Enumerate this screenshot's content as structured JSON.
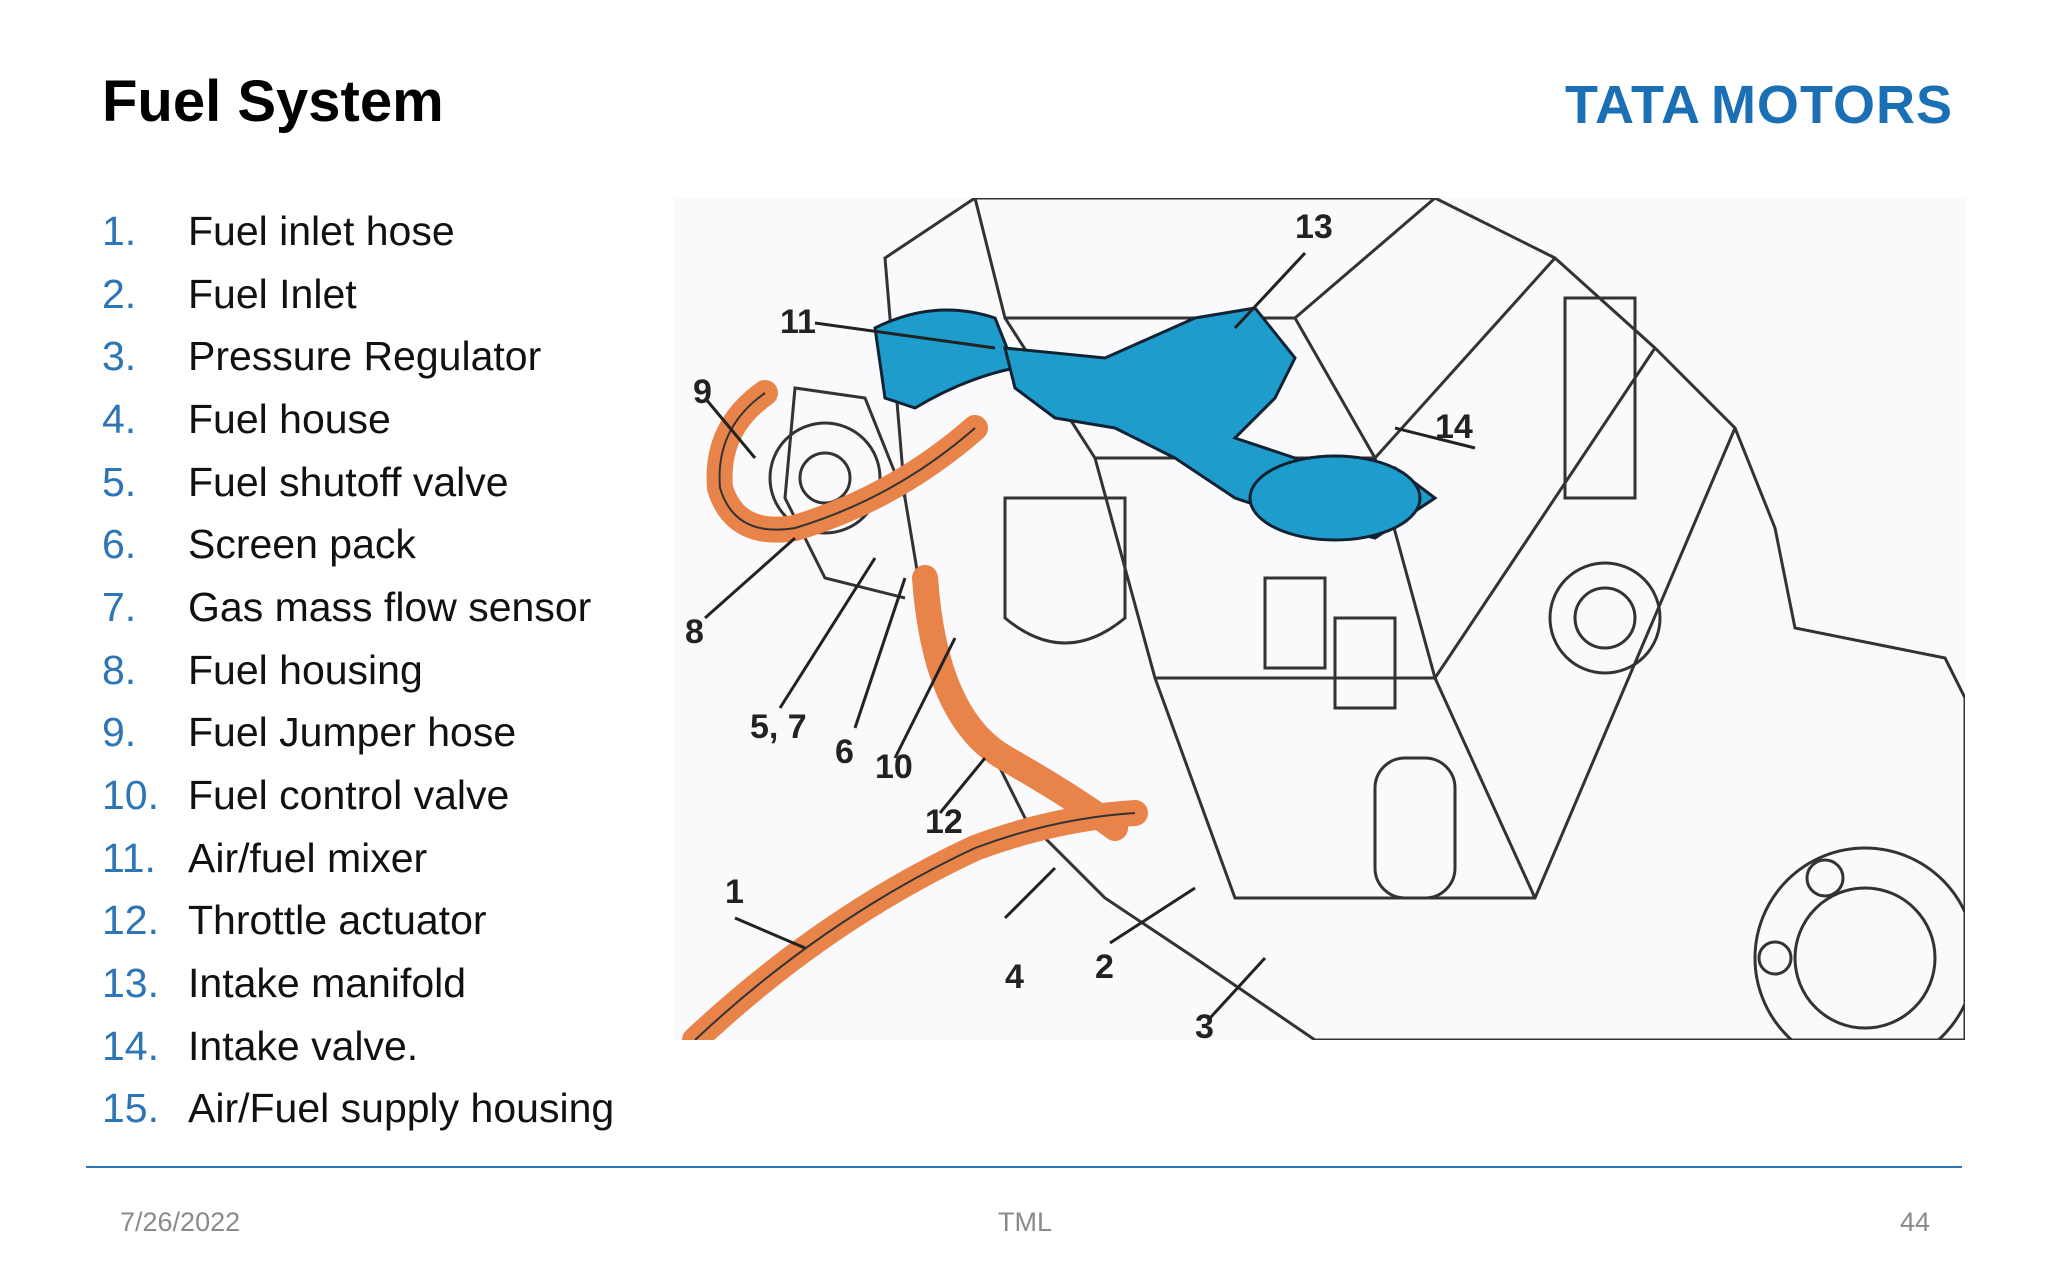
{
  "slide": {
    "title": "Fuel System",
    "logo": {
      "word1": "TATA",
      "word2": "MOTORS",
      "color": "#1a6fb5"
    }
  },
  "list": [
    {
      "num": "1.",
      "label": "Fuel inlet hose"
    },
    {
      "num": "2.",
      "label": "Fuel Inlet"
    },
    {
      "num": "3.",
      "label": "Pressure Regulator"
    },
    {
      "num": "4.",
      "label": "Fuel house"
    },
    {
      "num": "5.",
      "label": "Fuel shutoff valve"
    },
    {
      "num": "6.",
      "label": "Screen pack"
    },
    {
      "num": "7.",
      "label": "Gas mass flow sensor"
    },
    {
      "num": "8.",
      "label": "Fuel housing"
    },
    {
      "num": "9.",
      "label": "Fuel Jumper hose"
    },
    {
      "num": "10.",
      "label": "Fuel control valve"
    },
    {
      "num": "11.",
      "label": "Air/fuel mixer"
    },
    {
      "num": "12.",
      "label": "Throttle actuator"
    },
    {
      "num": "13.",
      "label": "Intake manifold"
    },
    {
      "num": "14.",
      "label": "Intake valve."
    },
    {
      "num": "15.",
      "label": "Air/Fuel supply housing"
    }
  ],
  "figure": {
    "callouts": [
      "1",
      "2",
      "3",
      "4",
      "5, 7",
      "6",
      "8",
      "9",
      "10",
      "11",
      "12",
      "13",
      "14"
    ],
    "colors": {
      "hose": "#e8844a",
      "mixer": "#1e9ccc",
      "lines": "#333333"
    }
  },
  "footer": {
    "date": "7/26/2022",
    "center": "TML",
    "page": "44"
  },
  "colors": {
    "accent": "#2e75b6",
    "footer_text": "#8a8a8a"
  }
}
